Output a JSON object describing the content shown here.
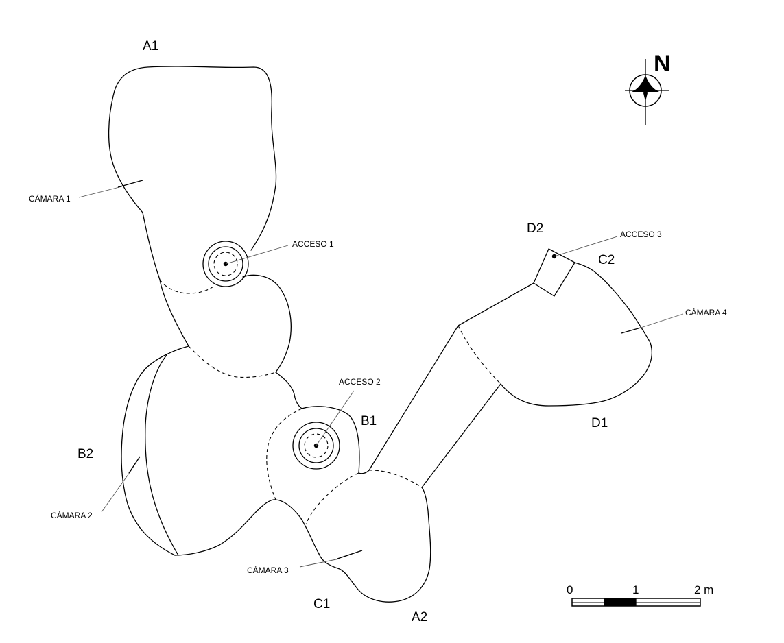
{
  "plan": {
    "section_labels": {
      "a1": "A1",
      "a2": "A2",
      "b1": "B1",
      "b2": "B2",
      "c1": "C1",
      "c2": "C2",
      "d1": "D1",
      "d2": "D2"
    },
    "rooms": {
      "camara1": "CÁMARA 1",
      "camara2": "CÁMARA 2",
      "camara3": "CÁMARA 3",
      "camara4": "CÁMARA 4"
    },
    "accesses": {
      "acceso1": "ACCESO 1",
      "acceso2": "ACCESO 2",
      "acceso3": "ACCESO 3"
    }
  },
  "north_arrow": {
    "label": "N"
  },
  "scale_bar": {
    "labels": [
      "0",
      "1",
      "2 m"
    ]
  }
}
